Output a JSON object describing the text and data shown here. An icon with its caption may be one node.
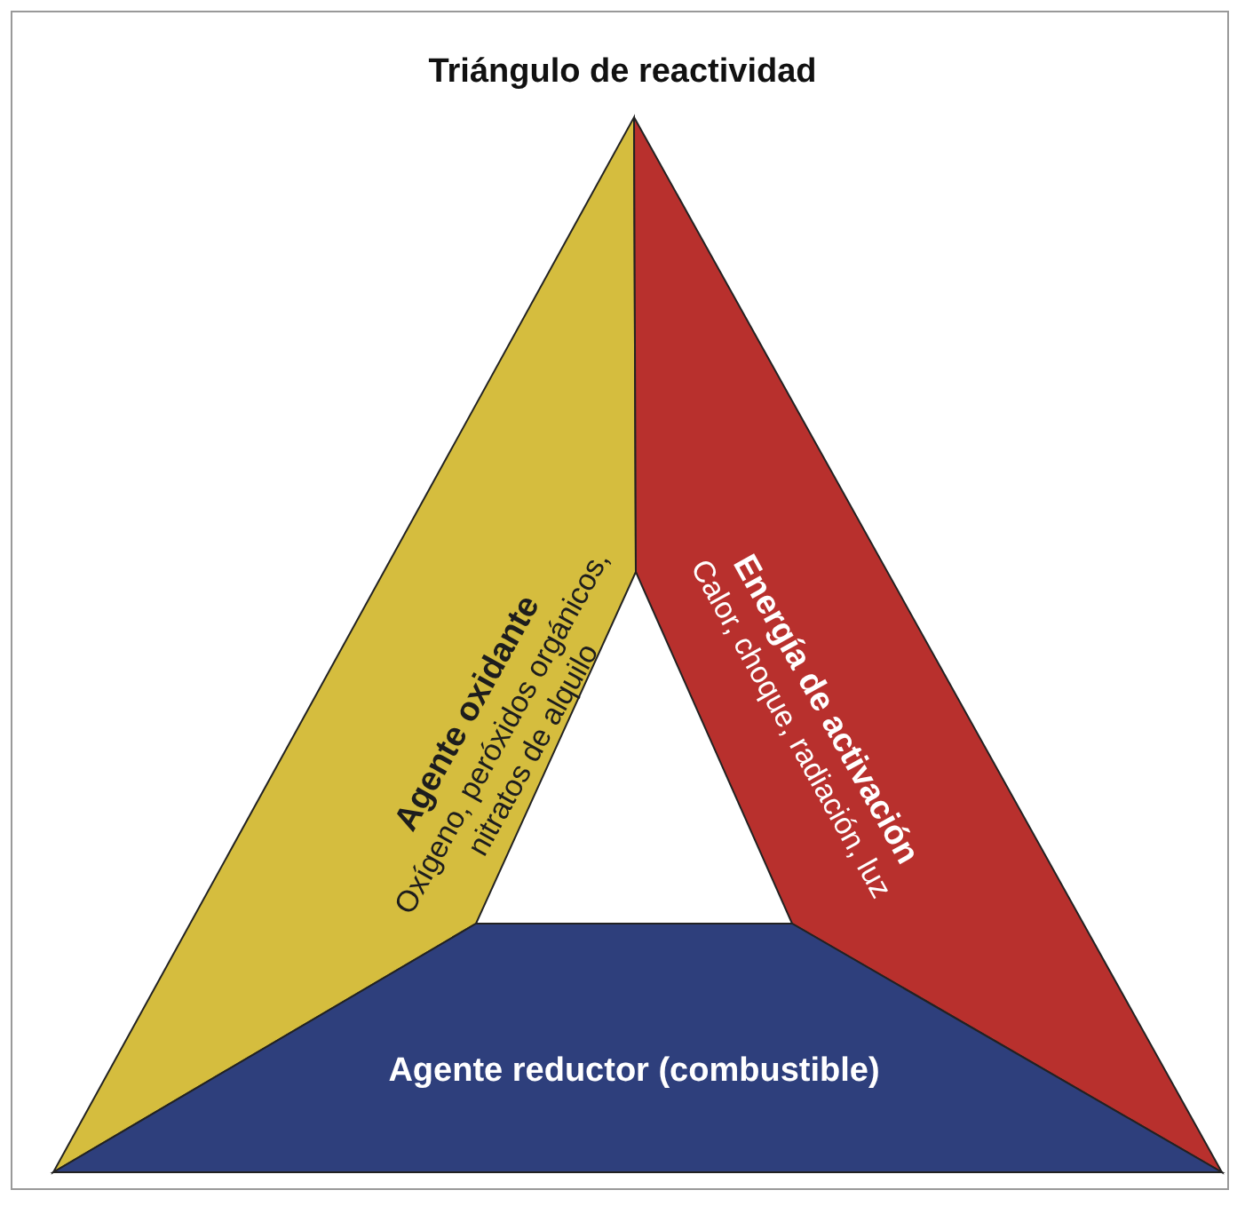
{
  "diagram": {
    "title": "Triángulo de reactividad",
    "nodes": [
      {
        "text": [
          "Agente oxidante",
          "Oxígeno, peróxidos orgánicos, nitratos de alquilo"
        ]
      },
      {
        "text": [
          "Energía de activación",
          "Calor, choque, radiación, luz"
        ]
      },
      {
        "text": [
          "Agente reductor (combustible)"
        ]
      }
    ]
  }
}
